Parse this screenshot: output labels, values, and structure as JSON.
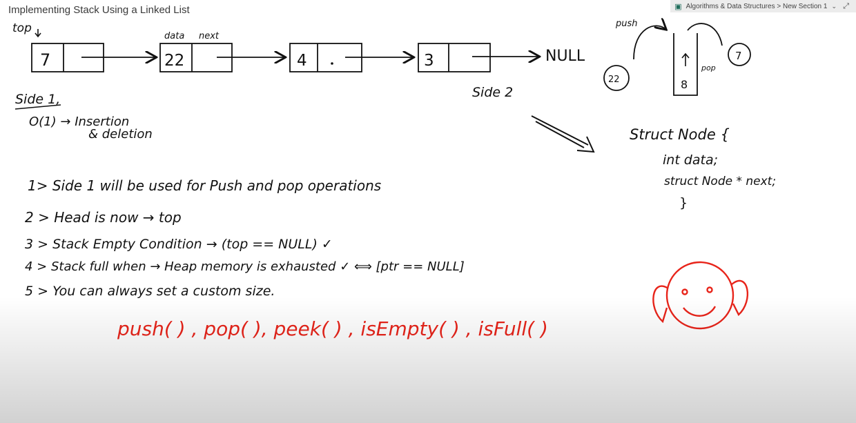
{
  "window": {
    "title": "Implementing Stack Using a Linked List",
    "breadcrumb": "Algorithms & Data Structures > New Section 1"
  },
  "icons": {
    "notebook": "notebook-icon",
    "chevron": "chevron-down-icon",
    "expand": "expand-icon"
  },
  "colors": {
    "ink": "#111111",
    "red_ink": "#e8241a"
  },
  "board": {
    "top_label": "top",
    "data_label": "data",
    "next_label": "next",
    "nodes": [
      "7",
      "22",
      "4",
      "3"
    ],
    "null_label": "NULL",
    "side1": "Side 1,",
    "side2": "Side 2",
    "complexity": "O(1) → Insertion",
    "complexity2": "& deletion",
    "push_label": "push",
    "pop_label": "pop",
    "stack_top": "8",
    "ball_left": "22",
    "ball_right": "7",
    "struct_lines": [
      "Struct Node {",
      "int data;",
      "struct Node * next;",
      "}"
    ],
    "points": [
      "1> Side 1 will be used for Push and pop operations",
      "2 > Head is now → top",
      "3 > Stack Empty Condition → (top == NULL) ✓",
      "4 > Stack full when → Heap memory is exhausted ✓ ⟺ [ptr == NULL]",
      "5 > You can always set a custom size."
    ],
    "functions": "push( ) , pop( ), peek( ) , isEmpty( ) , isFull( )"
  }
}
